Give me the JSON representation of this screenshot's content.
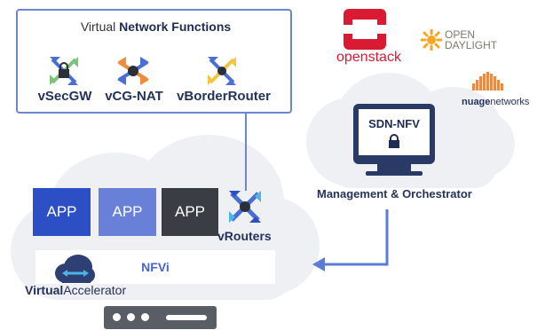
{
  "vnf": {
    "title_prefix": "Virtual",
    "title_bold": "Network Functions",
    "items": [
      {
        "label": "vSecGW"
      },
      {
        "label": "vCG-NAT"
      },
      {
        "label": "vBorderRouter"
      }
    ]
  },
  "apps": [
    {
      "label": "APP",
      "color": "#2d4fc6"
    },
    {
      "label": "APP",
      "color": "#6980d9"
    },
    {
      "label": "APP",
      "color": "#3a3d44"
    }
  ],
  "vrouters_label": "vRouters",
  "nfvi_label": "NFVi",
  "va_logo": {
    "word1": "Virtual",
    "word2": "Accelerator"
  },
  "sdn": {
    "screen_label": "SDN-NFV",
    "caption": "Management & Orchestrator"
  },
  "logos": {
    "openstack": "openstack",
    "opendaylight_line1": "OPEN",
    "opendaylight_line2": "DAYLIGHT",
    "nuage_bold": "nuage",
    "nuage_rest": "networks"
  },
  "colors": {
    "accent_blue": "#4664cf",
    "connector": "#6d87cf",
    "openstack_red": "#da1a32",
    "odl_orange": "#f5a623"
  }
}
